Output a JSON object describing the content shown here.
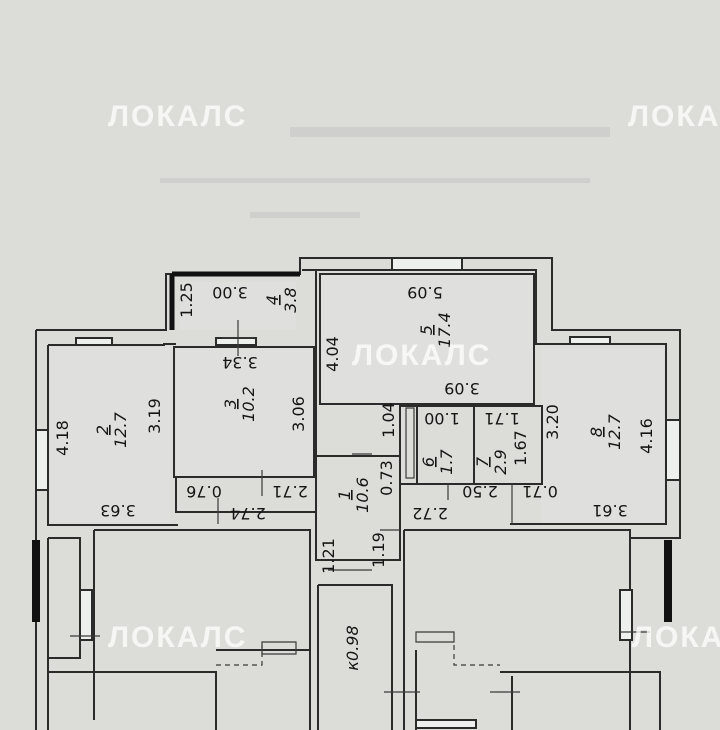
{
  "watermark": "ЛОКАЛС",
  "rooms": [
    {
      "number": "1",
      "area": "10.6"
    },
    {
      "number": "2",
      "area": "12.7"
    },
    {
      "number": "3",
      "area": "10.2"
    },
    {
      "number": "4",
      "area": "3.8"
    },
    {
      "number": "5",
      "area": "17.4"
    },
    {
      "number": "6",
      "area": "1.7"
    },
    {
      "number": "7",
      "area": "2.9"
    },
    {
      "number": "8",
      "area": "12.7"
    }
  ],
  "lower_room_label": "к0.98",
  "dimensions": {
    "d_125": "1.25",
    "d_300": "3.00",
    "d_509": "5.09",
    "d_334": "3.34",
    "d_404": "4.04",
    "d_418": "4.18",
    "d_319": "3.19",
    "d_306": "3.06",
    "d_309": "3.09",
    "d_104": "1.04",
    "d_100": "1.00",
    "d_171": "1.71",
    "d_320": "3.20",
    "d_416": "4.16",
    "d_167": "1.67",
    "d_073": "0.73",
    "d_076": "0.76",
    "d_271": "2.71",
    "d_250": "2.50",
    "d_071": "0.71",
    "d_363": "3.63",
    "d_274": "2.74",
    "d_272": "2.72",
    "d_361": "3.61",
    "d_121": "1.21",
    "d_119": "1.19"
  }
}
